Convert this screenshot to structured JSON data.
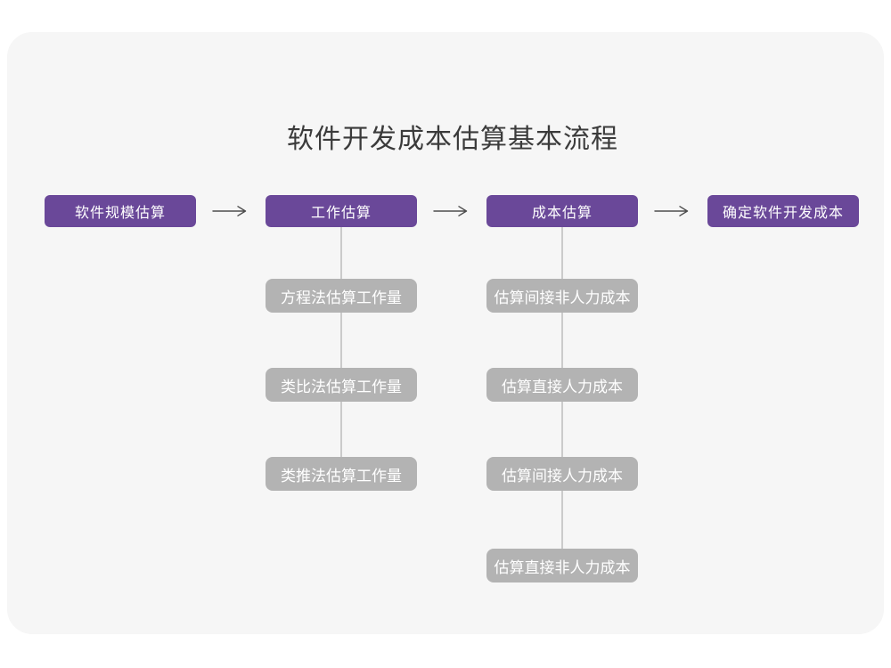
{
  "title": "软件开发成本估算基本流程",
  "flow": {
    "steps": [
      {
        "label": "软件规模估算"
      },
      {
        "label": "工作估算"
      },
      {
        "label": "成本估算"
      },
      {
        "label": "确定软件开发成本"
      }
    ]
  },
  "branches": {
    "work_estimation": {
      "items": [
        {
          "label": "方程法估算工作量"
        },
        {
          "label": "类比法估算工作量"
        },
        {
          "label": "类推法估算工作量"
        }
      ]
    },
    "cost_estimation": {
      "items": [
        {
          "label": "估算间接非人力成本"
        },
        {
          "label": "估算直接人力成本"
        },
        {
          "label": "估算间接人力成本"
        },
        {
          "label": "估算直接非人力成本"
        }
      ]
    }
  },
  "icons": {
    "arrow_right": "arrow-right-icon"
  },
  "colors": {
    "page_bg": "#ffffff",
    "card_bg": "#f6f6f6",
    "step_bg": "#6a4899",
    "step_text": "#ffffff",
    "sub_bg": "#b3b3b3",
    "sub_text": "#ffffff",
    "connector": "#cbcbcb",
    "arrow": "#4d4d4d",
    "title_text": "#3b3b3b"
  }
}
